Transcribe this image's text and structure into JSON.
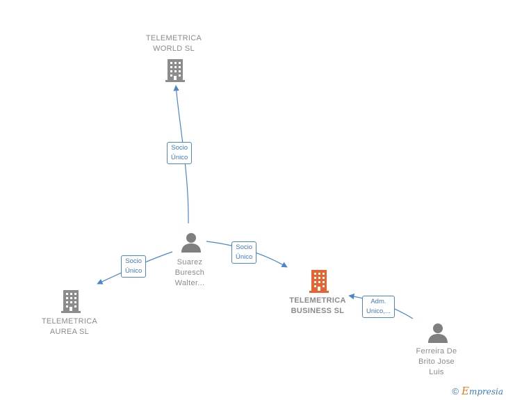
{
  "colors": {
    "company_gray": "#8c8c8c",
    "company_highlight": "#e8632f",
    "person_gray": "#7f7f7f",
    "edge_blue": "#4a86d0"
  },
  "nodes": {
    "world": {
      "line1": "TELEMETRICA",
      "line2": "WORLD  SL",
      "icon": "building-icon"
    },
    "aurea": {
      "line1": "TELEMETRICA",
      "line2": "AUREA  SL",
      "icon": "building-icon"
    },
    "business": {
      "line1": "TELEMETRICA",
      "line2": "BUSINESS  SL",
      "icon": "building-icon"
    },
    "suarez": {
      "line1": "Suarez",
      "line2": "Buresch",
      "line3": "Walter...",
      "icon": "person-icon"
    },
    "ferreira": {
      "line1": "Ferreira De",
      "line2": "Brito Jose",
      "line3": "Luis",
      "icon": "person-icon"
    }
  },
  "edges": {
    "to_world": {
      "line1": "Socio",
      "line2": "Único"
    },
    "to_aurea": {
      "line1": "Socio",
      "line2": "Único"
    },
    "to_business": {
      "line1": "Socio",
      "line2": "Único"
    },
    "ferreira_business": {
      "line1": "Adm.",
      "line2": "Unico,..."
    }
  },
  "footer": {
    "copyright": "©",
    "brand_initial": "E",
    "brand_rest": "mpresia"
  }
}
